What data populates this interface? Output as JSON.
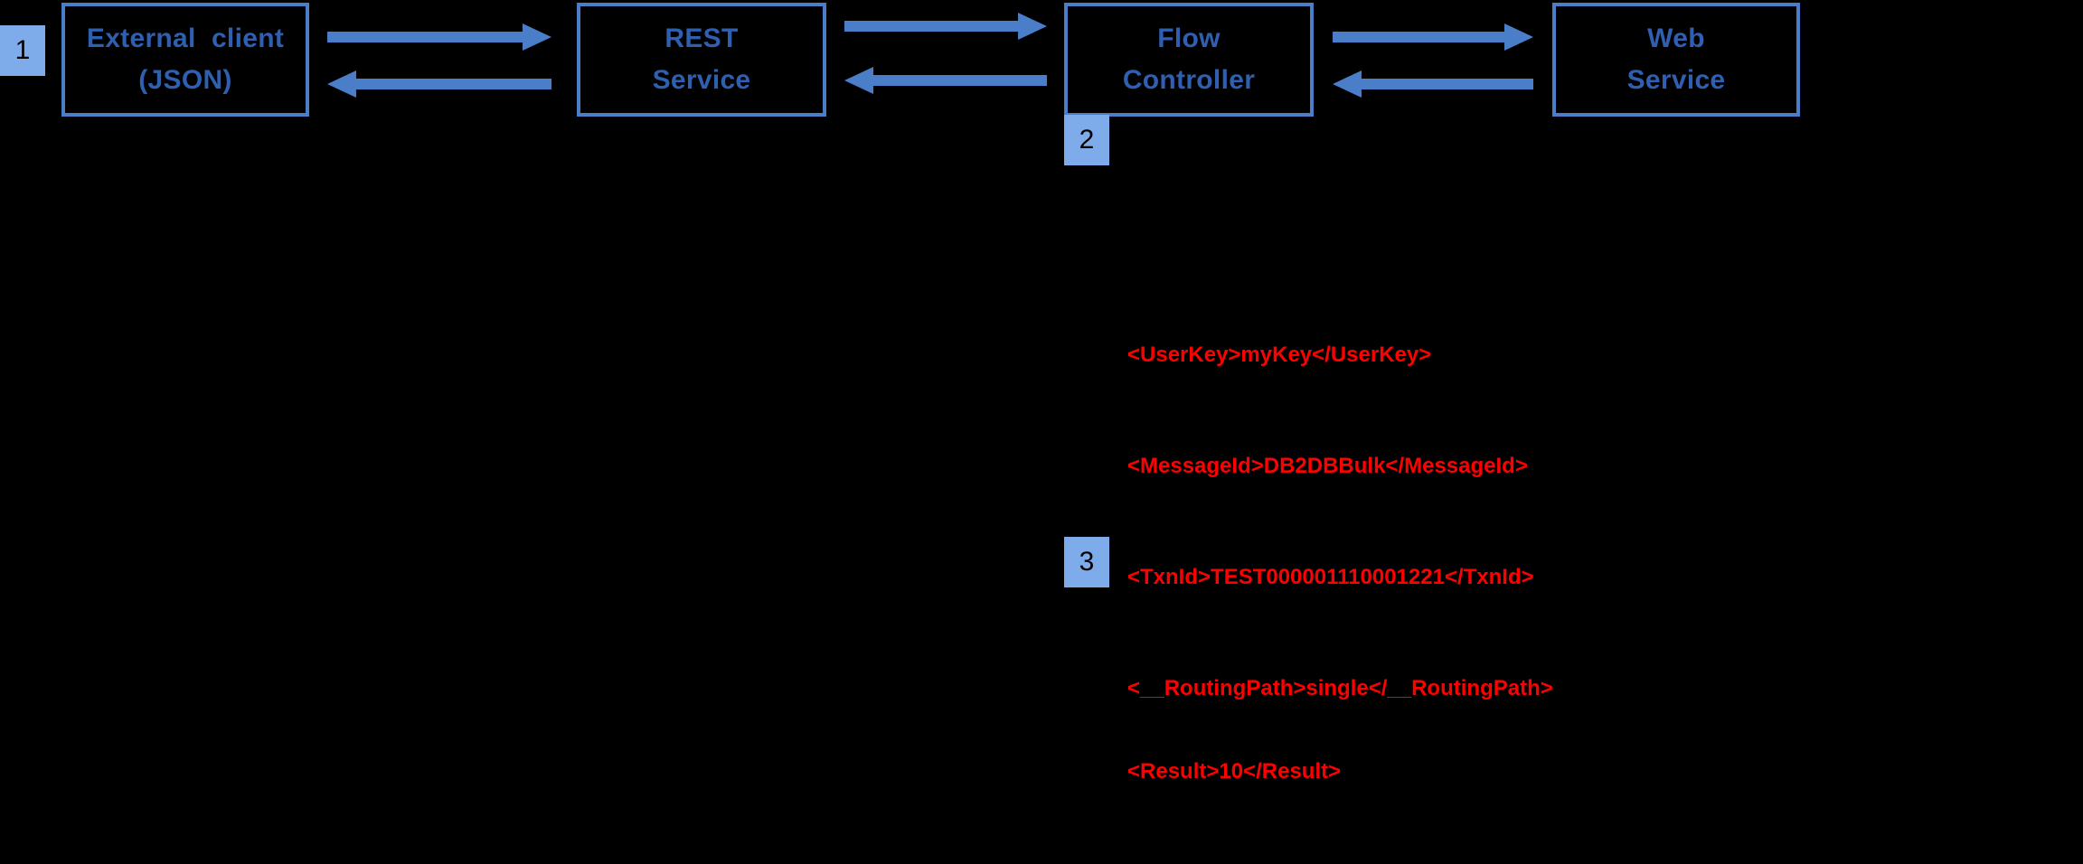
{
  "diagram": {
    "title": "Message flow: external client to web service",
    "background_color": "#000000",
    "node_border_color": "#4a7ec8",
    "node_text_color": "#2f5fb0",
    "arrow_color": "#4a7ec8",
    "badge_color": "#7eaceb",
    "payload_color": "#ff0000",
    "nodes": [
      {
        "id": "external-client",
        "line1": "External  client",
        "line2": "(JSON)"
      },
      {
        "id": "rest-service",
        "line1": "REST",
        "line2": "Service"
      },
      {
        "id": "flow-controller",
        "line1": "Flow",
        "line2": "Controller"
      },
      {
        "id": "web-service",
        "line1": "Web",
        "line2": "Service"
      }
    ],
    "badges": [
      {
        "id": "badge-1",
        "label": "1"
      },
      {
        "id": "badge-2",
        "label": "2"
      },
      {
        "id": "badge-3",
        "label": "3"
      }
    ],
    "arrows": [
      {
        "id": "client-to-rest",
        "direction": "right",
        "from": "external-client",
        "to": "rest-service"
      },
      {
        "id": "rest-to-client",
        "direction": "left",
        "from": "rest-service",
        "to": "external-client"
      },
      {
        "id": "rest-to-flow",
        "direction": "right",
        "from": "rest-service",
        "to": "flow-controller"
      },
      {
        "id": "flow-to-rest",
        "direction": "left",
        "from": "flow-controller",
        "to": "rest-service"
      },
      {
        "id": "flow-to-web",
        "direction": "right",
        "from": "flow-controller",
        "to": "web-service"
      },
      {
        "id": "web-to-flow",
        "direction": "left",
        "from": "web-service",
        "to": "flow-controller"
      }
    ],
    "payload_request": {
      "line1": "<UserKey>myKey</UserKey>",
      "line2": "<MessageId>DB2DBBulk</MessageId>",
      "line3": "<TxnId>TEST000001110001221</TxnId>",
      "line4": "<__RoutingPath>single</__RoutingPath>"
    },
    "payload_result": {
      "line1": "<Result>10</Result>"
    }
  }
}
